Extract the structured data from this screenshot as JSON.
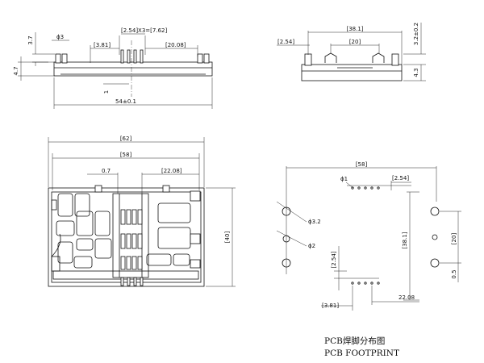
{
  "side_view": {
    "dims": {
      "d3_7": "3.7",
      "d_phi3": "ϕ3",
      "d_pitch": "[2.54]X3=[7.62]",
      "d_3_81": "[3.81]",
      "d_20_08": "[20.08]",
      "d_4_7": "4.7",
      "d_1": "1",
      "d_54": "54±0.1"
    }
  },
  "end_view": {
    "dims": {
      "d_38_1": "[38.1]",
      "d_2_54": "[2.54]",
      "d_20": "[20]",
      "d_3_2": "3.2±0.2",
      "d_4_3": "4.3"
    }
  },
  "top_view": {
    "dims": {
      "d_62": "[62]",
      "d_58": "[58]",
      "d_0_7": "0.7",
      "d_22_08": "[22.08]",
      "d_40": "[40]"
    }
  },
  "footprint": {
    "dims": {
      "d_58": "[58]",
      "d_phi1": "ϕ1",
      "d_2_54_top": "[2.54]",
      "d_phi3_2": "ϕ3.2",
      "d_phi2": "ϕ2",
      "d_38_1": "[38.1]",
      "d_20": "[20]",
      "d_0_5": "0.5",
      "d_2_54_left": "[2.54]",
      "d_3_81": "[3.81]",
      "d_22_08": "22.08"
    },
    "caption_cn": "PCB焊脚分布图",
    "caption_en": "PCB FOOTPRINT"
  }
}
